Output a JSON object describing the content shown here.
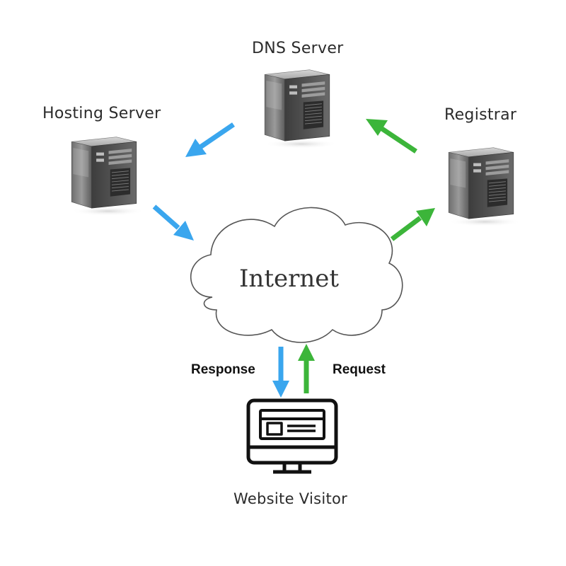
{
  "nodes": {
    "dns_server": {
      "label": "DNS Server"
    },
    "hosting_server": {
      "label": "Hosting Server"
    },
    "registrar": {
      "label": "Registrar"
    },
    "internet": {
      "label": "Internet"
    },
    "visitor": {
      "label": "Website Visitor"
    }
  },
  "flows": {
    "response": {
      "label": "Response"
    },
    "request": {
      "label": "Request"
    }
  },
  "colors": {
    "response_arrow": "#3aa6ee",
    "request_arrow": "#3cb53a",
    "cloud_stroke": "#555555",
    "server_body": "#8a8a8a",
    "server_dark": "#4a4a4a",
    "server_light": "#c9c9c9",
    "monitor_stroke": "#111111"
  },
  "icons": {
    "dns_server": "server-tower-icon",
    "hosting_server": "server-tower-icon",
    "registrar": "server-tower-icon",
    "internet": "cloud-icon",
    "visitor": "monitor-icon"
  }
}
